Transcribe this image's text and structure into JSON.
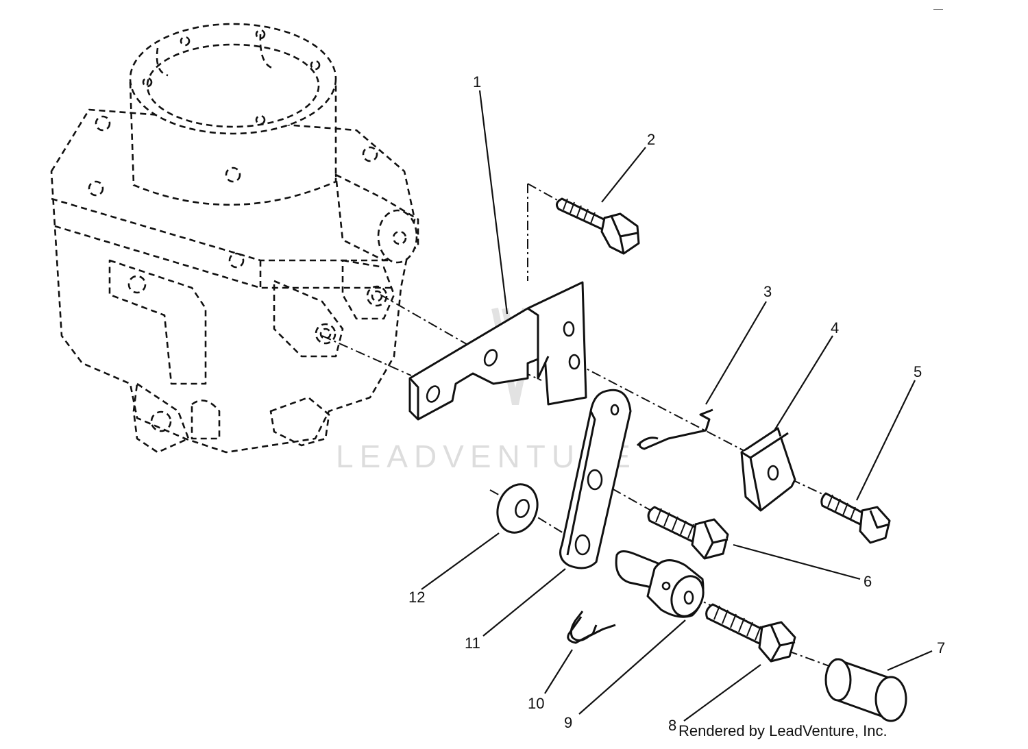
{
  "diagram": {
    "watermark": "LEADVENTURE",
    "credit": "Rendered by LeadVenture, Inc.",
    "corner_mark": "—",
    "callouts": [
      {
        "id": "c1",
        "label": "1"
      },
      {
        "id": "c2",
        "label": "2"
      },
      {
        "id": "c3",
        "label": "3"
      },
      {
        "id": "c4",
        "label": "4"
      },
      {
        "id": "c5",
        "label": "5"
      },
      {
        "id": "c6",
        "label": "6"
      },
      {
        "id": "c7",
        "label": "7"
      },
      {
        "id": "c8",
        "label": "8"
      },
      {
        "id": "c9",
        "label": "9"
      },
      {
        "id": "c10",
        "label": "10"
      },
      {
        "id": "c11",
        "label": "11"
      },
      {
        "id": "c12",
        "label": "12"
      }
    ]
  }
}
